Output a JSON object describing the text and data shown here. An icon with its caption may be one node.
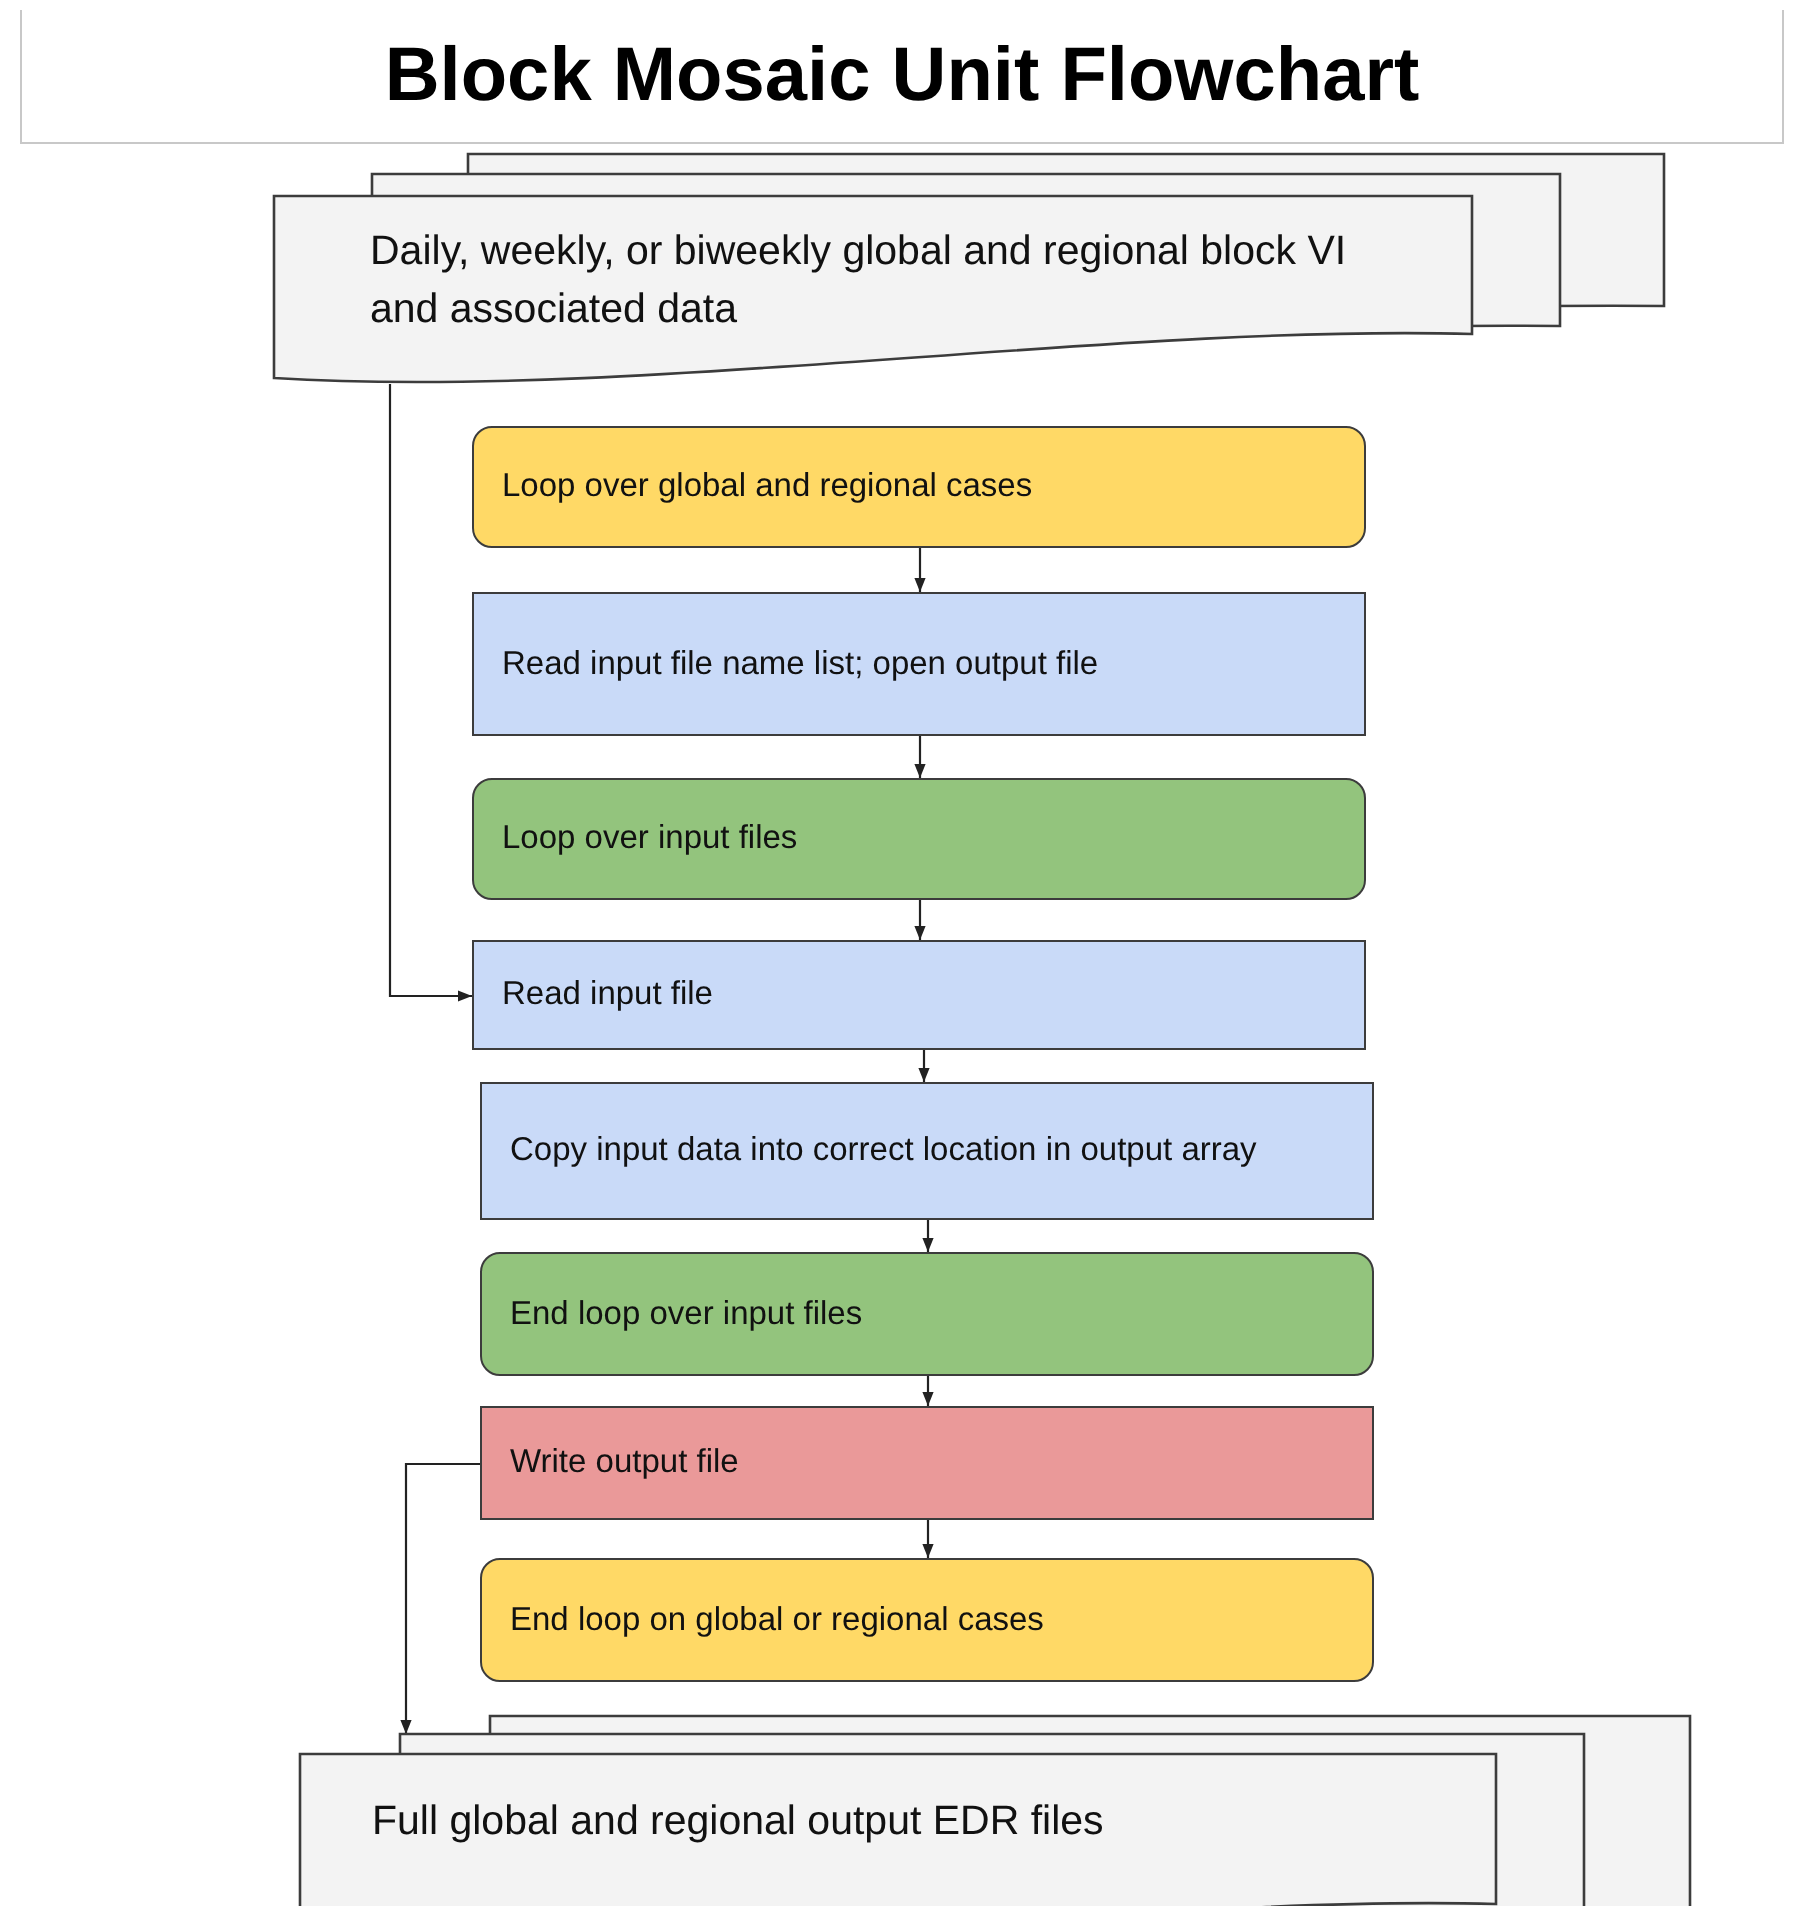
{
  "diagram": {
    "title": "Block Mosaic Unit Flowchart",
    "nodes": [
      {
        "text": [
          "Daily, weekly, or biweekly global and regional block VI and associated data"
        ]
      },
      {
        "text": [
          "Loop over global and regional cases"
        ]
      },
      {
        "text": [
          "Read input file name list; open output file"
        ]
      },
      {
        "text": [
          "Loop over input files"
        ]
      },
      {
        "text": [
          "Read input file"
        ]
      },
      {
        "text": [
          "Copy input data into correct location in output array"
        ]
      },
      {
        "text": [
          "End loop over input files"
        ]
      },
      {
        "text": [
          "Write output file"
        ]
      },
      {
        "text": [
          "End loop on global or regional cases"
        ]
      },
      {
        "text": [
          "Full global and regional output EDR files"
        ]
      }
    ],
    "edges": [
      {
        "from": 1,
        "to": 2,
        "arrow": "to"
      },
      {
        "from": 2,
        "to": 3,
        "arrow": "to"
      },
      {
        "from": 3,
        "to": 4,
        "arrow": "to"
      },
      {
        "from": 4,
        "to": 5,
        "arrow": "to"
      },
      {
        "from": 5,
        "to": 6,
        "arrow": "to"
      },
      {
        "from": 6,
        "to": 7,
        "arrow": "to"
      },
      {
        "from": 7,
        "to": 8,
        "arrow": "to"
      },
      {
        "from": 0,
        "to": 4,
        "arrow": "to"
      },
      {
        "from": 7,
        "to": 9,
        "arrow": "to"
      }
    ]
  }
}
